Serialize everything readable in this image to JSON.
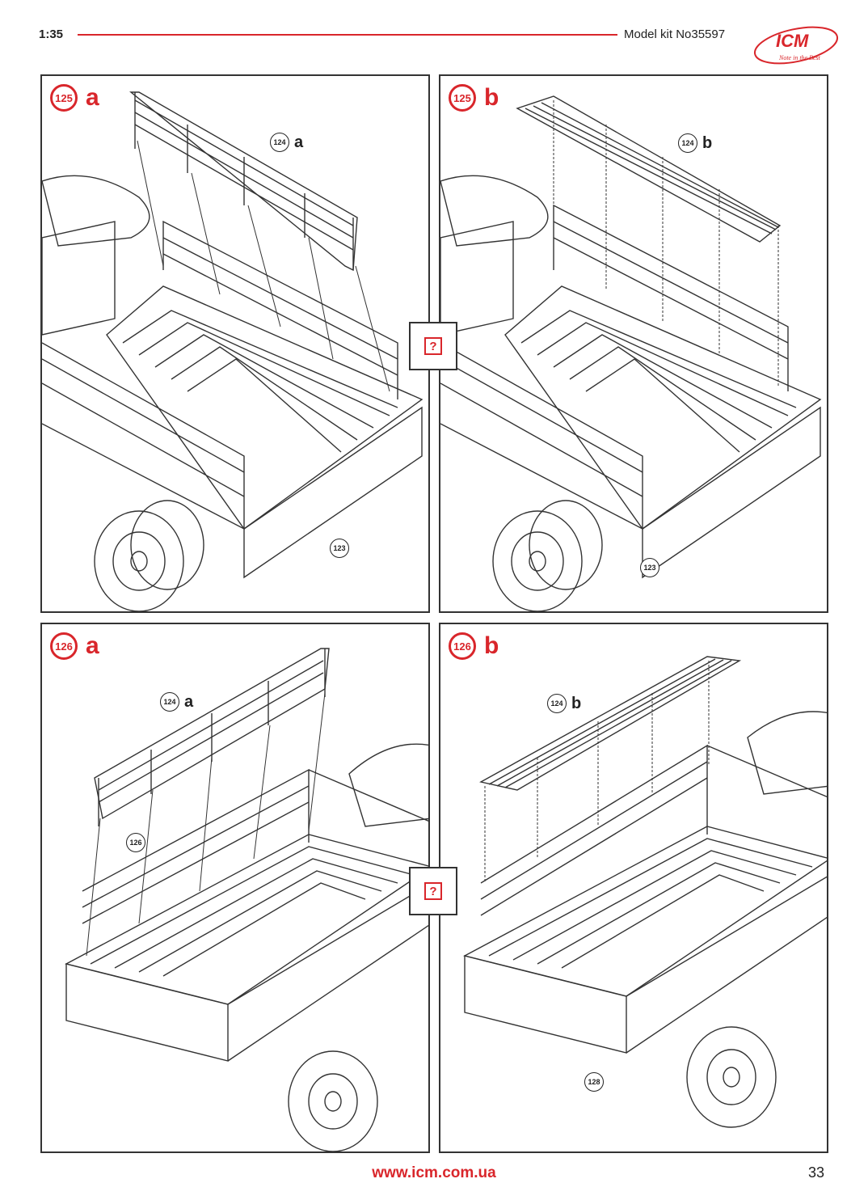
{
  "header": {
    "scale": "1:35",
    "model_kit": "Model kit No35597",
    "logo_text": "ICM",
    "logo_tagline": "Note in the Best"
  },
  "panels": [
    {
      "step": "125",
      "variant": "a",
      "refs": [
        {
          "num": "124",
          "letter": "a"
        },
        {
          "num": "123",
          "letter": ""
        }
      ]
    },
    {
      "step": "125",
      "variant": "b",
      "refs": [
        {
          "num": "124",
          "letter": "b"
        },
        {
          "num": "123",
          "letter": ""
        }
      ]
    },
    {
      "step": "126",
      "variant": "a",
      "refs": [
        {
          "num": "124",
          "letter": "a"
        },
        {
          "num": "126",
          "letter": ""
        }
      ]
    },
    {
      "step": "126",
      "variant": "b",
      "refs": [
        {
          "num": "124",
          "letter": "b"
        },
        {
          "num": "128",
          "letter": ""
        }
      ]
    }
  ],
  "question_marks": [
    "?",
    "?"
  ],
  "footer": {
    "url": "www.icm.com.ua",
    "page": "33"
  },
  "colors": {
    "accent": "#d9262b",
    "line": "#333333"
  }
}
